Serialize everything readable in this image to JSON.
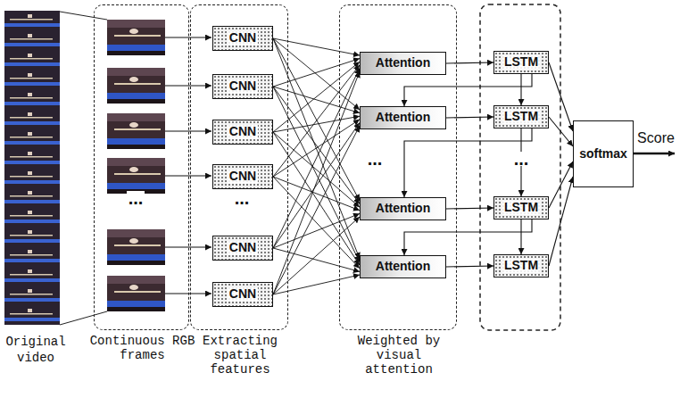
{
  "diagram": {
    "nodes": [
      {
        "text": [
          "Continuous RGB frames"
        ]
      },
      {
        "text": [
          "Extracting spatial features"
        ]
      },
      {
        "text": [
          "CNN"
        ],
        "in": 1
      },
      {
        "text": [
          "CNN"
        ],
        "in": 1
      },
      {
        "text": [
          "CNN"
        ],
        "in": 1
      },
      {
        "text": [
          "CNN"
        ],
        "in": 1
      },
      {
        "text": [
          "CNN"
        ],
        "in": 1
      },
      {
        "text": [
          "CNN"
        ],
        "in": 1
      },
      {
        "text": [
          "Weighted by visual attention"
        ]
      },
      {
        "text": [
          "Attention"
        ],
        "in": 8
      },
      {
        "text": [
          "Attention"
        ],
        "in": 8
      },
      {
        "text": [
          "Attention"
        ],
        "in": 8
      },
      {
        "text": [
          "Attention"
        ],
        "in": 8
      },
      {
        "text": [
          "LSTM"
        ]
      },
      {
        "text": [
          "LSTM"
        ]
      },
      {
        "text": [
          "LSTM"
        ]
      },
      {
        "text": [
          "LSTM"
        ]
      },
      {
        "text": [
          "softmax"
        ]
      }
    ],
    "edges": [
      {
        "from": 2,
        "to": 9,
        "arrow": "to"
      },
      {
        "from": 2,
        "to": 10,
        "arrow": "to"
      },
      {
        "from": 2,
        "to": 11,
        "arrow": "to"
      },
      {
        "from": 2,
        "to": 12,
        "arrow": "to"
      },
      {
        "from": 3,
        "to": 9,
        "arrow": "to"
      },
      {
        "from": 3,
        "to": 10,
        "arrow": "to"
      },
      {
        "from": 3,
        "to": 11,
        "arrow": "to"
      },
      {
        "from": 3,
        "to": 12,
        "arrow": "to"
      },
      {
        "from": 4,
        "to": 9,
        "arrow": "to"
      },
      {
        "from": 4,
        "to": 10,
        "arrow": "to"
      },
      {
        "from": 4,
        "to": 11,
        "arrow": "to"
      },
      {
        "from": 4,
        "to": 12,
        "arrow": "to"
      },
      {
        "from": 5,
        "to": 9,
        "arrow": "to"
      },
      {
        "from": 5,
        "to": 10,
        "arrow": "to"
      },
      {
        "from": 5,
        "to": 11,
        "arrow": "to"
      },
      {
        "from": 5,
        "to": 12,
        "arrow": "to"
      },
      {
        "from": 6,
        "to": 9,
        "arrow": "to"
      },
      {
        "from": 6,
        "to": 10,
        "arrow": "to"
      },
      {
        "from": 6,
        "to": 11,
        "arrow": "to"
      },
      {
        "from": 6,
        "to": 12,
        "arrow": "to"
      },
      {
        "from": 7,
        "to": 9,
        "arrow": "to"
      },
      {
        "from": 7,
        "to": 10,
        "arrow": "to"
      },
      {
        "from": 7,
        "to": 11,
        "arrow": "to"
      },
      {
        "from": 7,
        "to": 12,
        "arrow": "to"
      },
      {
        "from": 9,
        "to": 13,
        "arrow": "to"
      },
      {
        "from": 10,
        "to": 14,
        "arrow": "to"
      },
      {
        "from": 11,
        "to": 15,
        "arrow": "to"
      },
      {
        "from": 12,
        "to": 16,
        "arrow": "to"
      },
      {
        "from": 13,
        "to": 14,
        "arrow": "to"
      },
      {
        "from": 14,
        "to": 15,
        "arrow": "to"
      },
      {
        "from": 15,
        "to": 16,
        "arrow": "to"
      },
      {
        "from": 13,
        "to": 10,
        "arrow": "to"
      },
      {
        "from": 14,
        "to": 11,
        "arrow": "to"
      },
      {
        "from": 15,
        "to": 12,
        "arrow": "to"
      },
      {
        "from": 13,
        "to": 17,
        "arrow": "to"
      },
      {
        "from": 14,
        "to": 17,
        "arrow": "to"
      },
      {
        "from": 15,
        "to": 17,
        "arrow": "to"
      },
      {
        "from": 16,
        "to": 17,
        "arrow": "to"
      }
    ],
    "labels": [
      "Original video",
      "...",
      "...",
      "...",
      "...",
      "Score"
    ]
  }
}
